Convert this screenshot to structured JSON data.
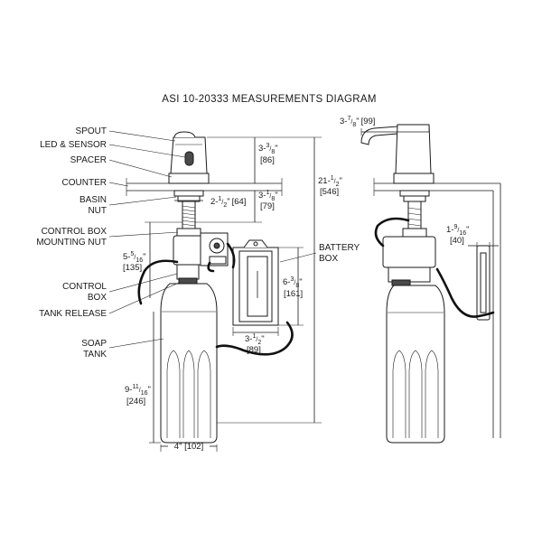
{
  "title": "ASI 10-20333 MEASUREMENTS DIAGRAM",
  "labels": {
    "spout": "SPOUT",
    "led_sensor": "LED & SENSOR",
    "spacer": "SPACER",
    "counter": "COUNTER",
    "basin_nut_1": "BASIN",
    "basin_nut_2": "NUT",
    "control_box_nut_1": "CONTROL BOX",
    "control_box_nut_2": "MOUNTING NUT",
    "control_box_1": "CONTROL",
    "control_box_2": "BOX",
    "tank_release": "TANK RELEASE",
    "soap_tank_1": "SOAP",
    "soap_tank_2": "TANK",
    "battery_box_1": "BATTERY",
    "battery_box_2": "BOX"
  },
  "dimensions": {
    "spout_height": {
      "whole": "3-",
      "num": "3",
      "den": "8",
      "inch": "\"",
      "mm": "[86]"
    },
    "shank_height": {
      "whole": "3-",
      "num": "1",
      "den": "8",
      "inch": "\"",
      "mm": "[79]"
    },
    "overall_height": {
      "whole": "21-",
      "num": "1",
      "den": "2",
      "inch": "\"",
      "mm": "[546]"
    },
    "spout_reach": {
      "whole": "3-",
      "num": "7",
      "den": "8",
      "inch": "\"",
      "mm": "[99]"
    },
    "basin_nut_width": {
      "whole": "2-",
      "num": "1",
      "den": "2",
      "inch": "\"",
      "mm": "[64]"
    },
    "control_box_drop": {
      "whole": "5-",
      "num": "5",
      "den": "16",
      "inch": "\"",
      "mm": "[135]"
    },
    "battery_height": {
      "whole": "6-",
      "num": "3",
      "den": "8",
      "inch": "\"",
      "mm": "[161]"
    },
    "battery_width": {
      "whole": "3-",
      "num": "1",
      "den": "2",
      "inch": "\"",
      "mm": "[89]"
    },
    "battery_depth": {
      "whole": "1-",
      "num": "9",
      "den": "16",
      "inch": "\"",
      "mm": "[40]"
    },
    "tank_height": {
      "whole": "9-",
      "num": "11",
      "den": "16",
      "inch": "\"",
      "mm": "[246]"
    },
    "tank_width": {
      "text": "4\" [102]"
    }
  }
}
